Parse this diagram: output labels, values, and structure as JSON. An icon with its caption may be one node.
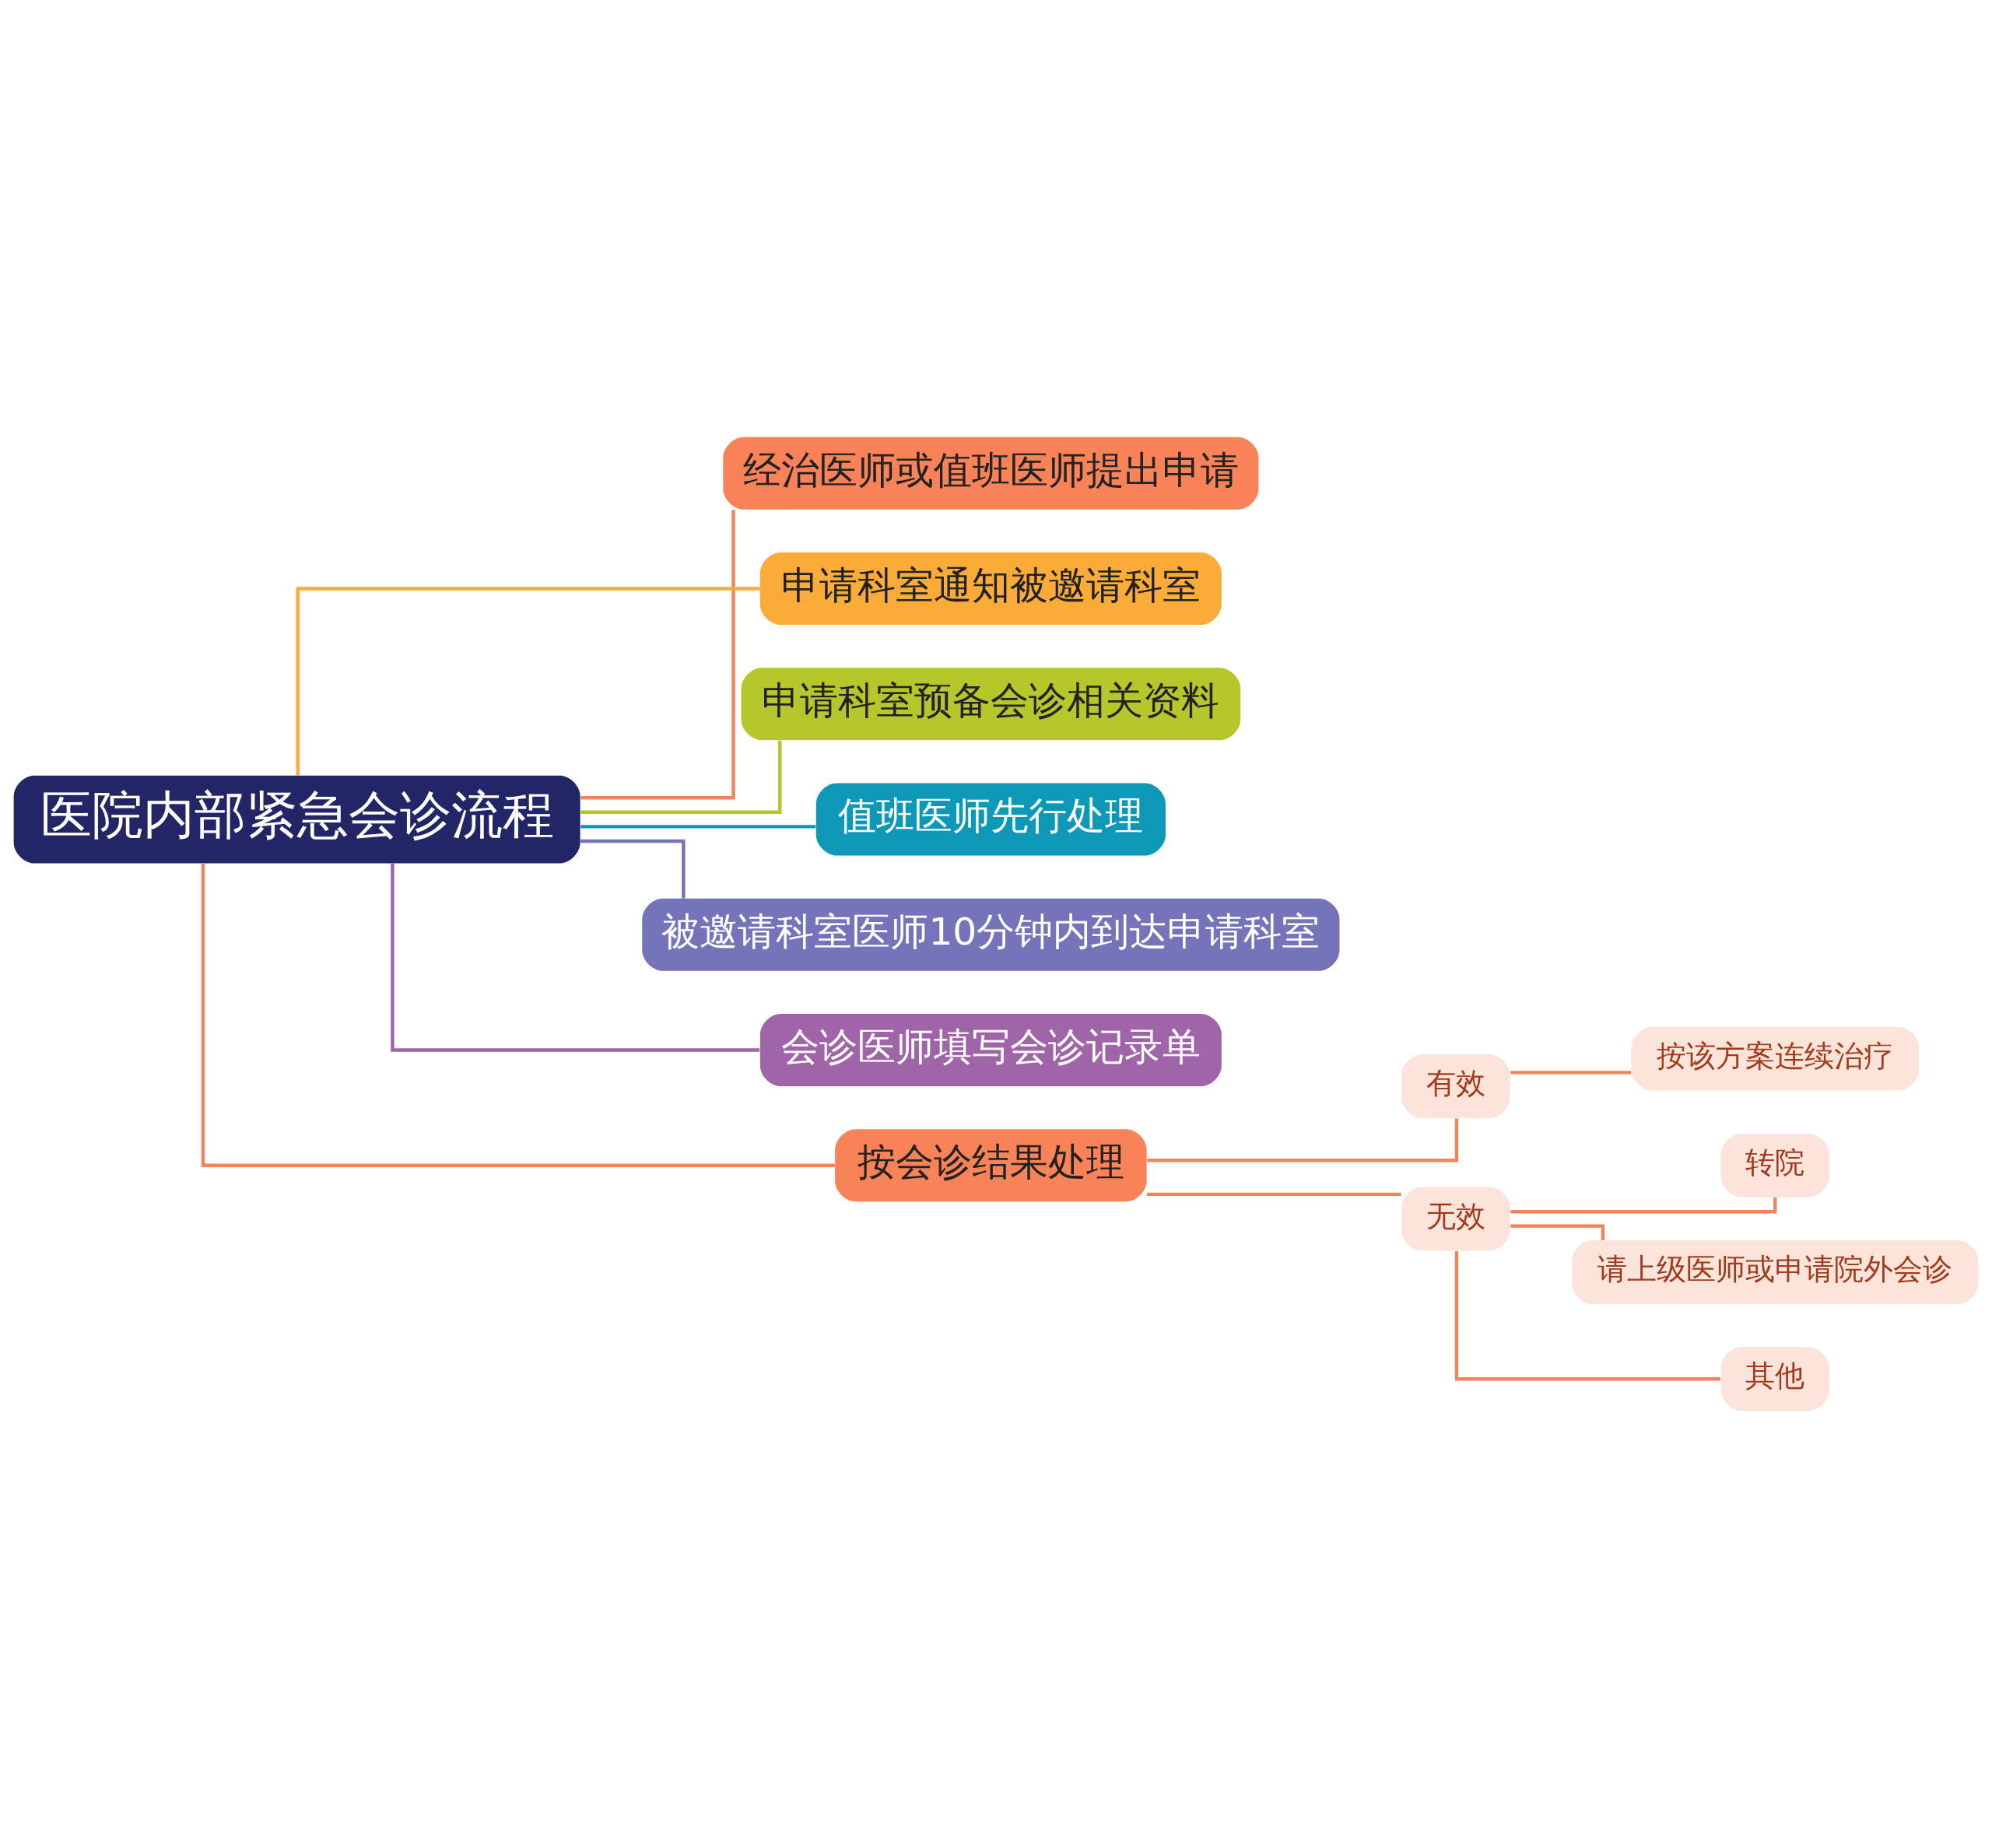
{
  "diagram": {
    "nodes": [
      {
        "text": [
          "医院内部紧急会诊流程"
        ]
      },
      {
        "text": [
          "经治医师或值班医师提出申请"
        ]
      },
      {
        "text": [
          "申请科室通知被邀请科室"
        ]
      },
      {
        "text": [
          "申请科室预备会诊相关资料"
        ]
      },
      {
        "text": [
          "值班医师先行处理"
        ]
      },
      {
        "text": [
          "被邀请科室医师10分钟内到达申请科室"
        ]
      },
      {
        "text": [
          "会诊医师填写会诊记录单"
        ]
      },
      {
        "text": [
          "按会诊结果处理"
        ]
      },
      {
        "text": [
          "有效"
        ]
      },
      {
        "text": [
          "按该方案连续治疗"
        ]
      },
      {
        "text": [
          "无效"
        ]
      },
      {
        "text": [
          "转院"
        ]
      },
      {
        "text": [
          "请上级医师或申请院外会诊"
        ]
      },
      {
        "text": [
          "其他"
        ]
      }
    ],
    "edges": [
      {
        "from": 0,
        "to": 1,
        "arrow": "none"
      },
      {
        "from": 0,
        "to": 2,
        "arrow": "none",
        "color": "#fbab37"
      },
      {
        "from": 0,
        "to": 3,
        "arrow": "none",
        "color": "#b5c72b"
      },
      {
        "from": 0,
        "to": 4,
        "arrow": "none",
        "color": "#0d98b8"
      },
      {
        "from": 0,
        "to": 5,
        "arrow": "none",
        "color": "#7573ba"
      },
      {
        "from": 0,
        "to": 6,
        "arrow": "none",
        "color": "#a064a8"
      },
      {
        "from": 0,
        "to": 7,
        "arrow": "none"
      },
      {
        "from": 7,
        "to": 8,
        "arrow": "none"
      },
      {
        "from": 7,
        "to": 10,
        "arrow": "none"
      },
      {
        "from": 8,
        "to": 9,
        "arrow": "none"
      },
      {
        "from": 10,
        "to": 11,
        "arrow": "none"
      },
      {
        "from": 10,
        "to": 12,
        "arrow": "none"
      },
      {
        "from": 10,
        "to": 13,
        "arrow": "none"
      }
    ]
  }
}
